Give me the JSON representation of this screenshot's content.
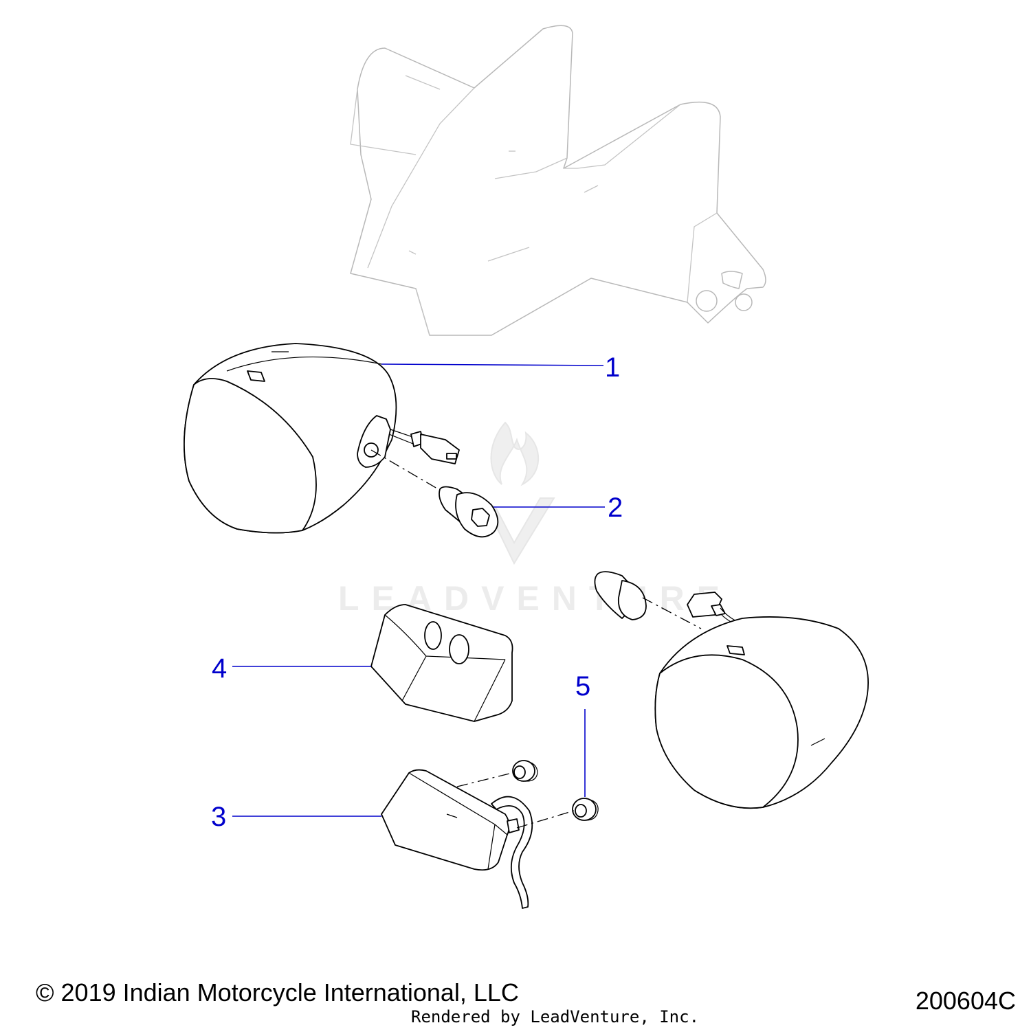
{
  "diagram": {
    "watermark": "LEADVENTURE",
    "callouts": [
      {
        "id": "1",
        "label": "1"
      },
      {
        "id": "2",
        "label": "2"
      },
      {
        "id": "3",
        "label": "3"
      },
      {
        "id": "4",
        "label": "4"
      },
      {
        "id": "5",
        "label": "5"
      }
    ],
    "colors": {
      "callout": "#0000cc",
      "part_outline": "#000000",
      "ghost_outline": "#b8b8b8",
      "watermark": "#ececec"
    }
  },
  "footer": {
    "copyright": "© 2019 Indian Motorcycle International, LLC",
    "rendered_by": "Rendered by LeadVenture, Inc.",
    "drawing_number": "200604C"
  }
}
